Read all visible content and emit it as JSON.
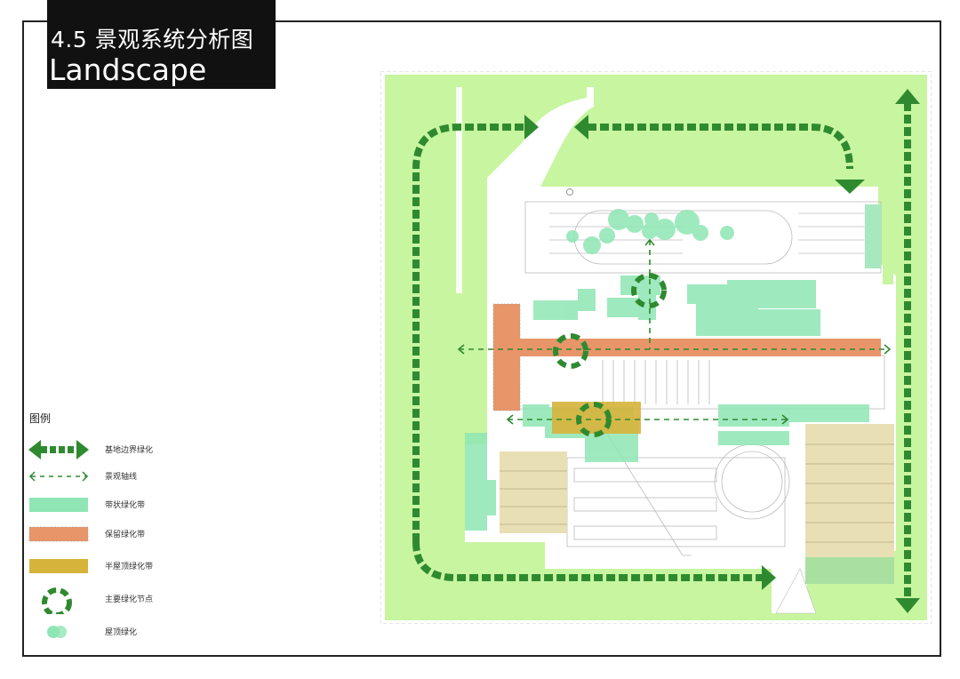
{
  "title": {
    "line1": "4.5 景观系统分析图",
    "line2": "Landscape"
  },
  "legend": {
    "heading": "图例",
    "items": [
      {
        "icon": "double-arrow-dashed-icon",
        "label": "基地边界绿化",
        "color": "#2f8a2f"
      },
      {
        "icon": "dashed-axis-arrow-icon",
        "label": "景观轴线",
        "color": "#2f8a2f"
      },
      {
        "icon": "green-band-swatch",
        "label": "带状绿化带",
        "color": "#8fe6b4"
      },
      {
        "icon": "orange-band-swatch",
        "label": "保留绿化带",
        "color": "#e8956a"
      },
      {
        "icon": "yellow-band-swatch",
        "label": "半屋顶绿化带",
        "color": "#d6b33a"
      },
      {
        "icon": "ring-node-icon",
        "label": "主要绿化节点",
        "color": "#2f8a2f"
      },
      {
        "icon": "roof-circles-icon",
        "label": "屋顶绿化",
        "color": "#8fe6b4"
      }
    ]
  },
  "colors": {
    "site_green": "#c8f5a0",
    "dark_green": "#2f8a2f",
    "band_green": "#8fe6b4",
    "orange": "#e8956a",
    "yellow": "#d6b33a",
    "parking": "#e8e0b4",
    "building_line": "#bbbbbb"
  }
}
